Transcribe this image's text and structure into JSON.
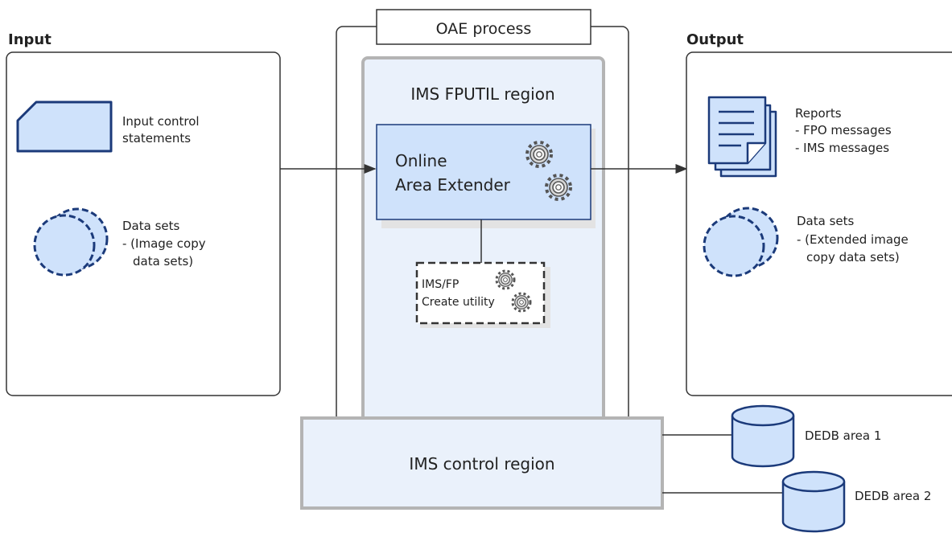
{
  "input": {
    "heading": "Input",
    "control_label_line1": "Input control",
    "control_label_line2": "statements",
    "datasets_line1": "Data sets",
    "datasets_line2": "- (Image copy",
    "datasets_line3": "data  sets)"
  },
  "oae": {
    "title": "OAE process",
    "fputil_label": "IMS FPUTIL region",
    "extender_line1": "Online",
    "extender_line2": "Area Extender",
    "create_line1": "IMS/FP",
    "create_line2": "Create utility"
  },
  "output": {
    "heading": "Output",
    "reports_line1": "Reports",
    "reports_line2": "- FPO  messages",
    "reports_line3": "- IMS messages",
    "datasets_line1": "Data sets",
    "datasets_line2": "- (Extended image",
    "datasets_line3": "copy data  sets)"
  },
  "control_region": {
    "label": "IMS control region"
  },
  "dedb": {
    "area1": "DEDB area 1",
    "area2": "DEDB area 2"
  },
  "colors": {
    "dark_blue": "#1b3a7a",
    "fill_blue": "#cfe2fb",
    "light_fill": "#eaf1fb",
    "gray_border": "#b4b4b4",
    "text": "#222222"
  }
}
